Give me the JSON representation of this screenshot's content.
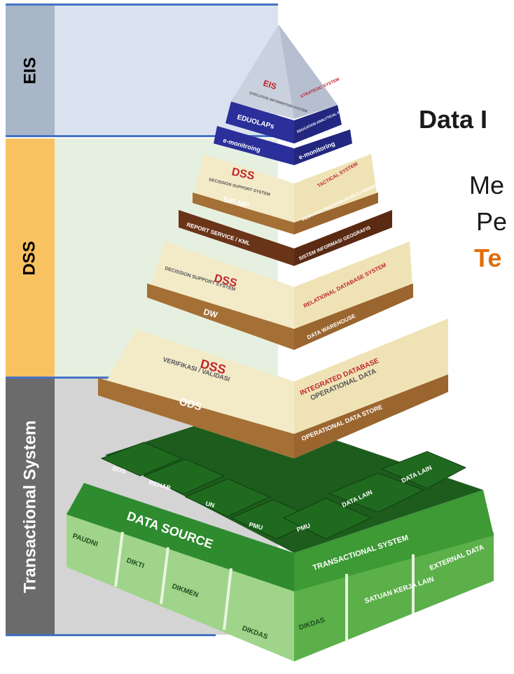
{
  "bands": {
    "eis": {
      "label": "EIS"
    },
    "dss": {
      "label": "DSS"
    },
    "ts": {
      "label": "Transactional System"
    }
  },
  "right": {
    "title": "Data I",
    "line1": "Me",
    "line2": "Pe",
    "line3": "Te"
  },
  "pyramid": {
    "top": {
      "eis": "EIS",
      "exec": "EXECUTIVE INFORMATION SYSTEM",
      "strategic": "STRATEGIC SYSTEM"
    },
    "eduolaps": {
      "left": "EDUOLAPs",
      "right": "EDUCATION ANALYTICAL PROCESSING"
    },
    "emon": {
      "left": "e-monitroing",
      "right": "e-monitoring"
    },
    "tier_sip": {
      "dss": "DSS",
      "sub": "DECISSION SUPPORT SYSTEM",
      "band": "SIP-MP",
      "right1": "TACTICAL SYSTEM",
      "right2": "INDIKATOR PENJAMINAN MUTU PENDIDIKAN"
    },
    "report": {
      "left": "REPORT SERVICE / KML",
      "right": "SISTEM INFORMASI GEOGRAFIS"
    },
    "tier_dw": {
      "dss": "DSS",
      "sub": "DECISSION SUPPORT SYSTEM",
      "band": "DW",
      "right1": "RELATIONAL DATABASE SYSTEM",
      "right2": "DATA WAREHOUSE"
    },
    "tier_ods": {
      "dss": "DSS",
      "sub": "VERIFIKASI / VALIDASI",
      "band": "ODS",
      "right1": "INTEGRATED DATABASE",
      "right1b": "OPERATIONAL DATA",
      "right2": "OPERATIONAL DATA STORE"
    },
    "blocks": [
      "BOS",
      "REHAB",
      "UN",
      "PMU",
      "PMU",
      "DATA LAIN",
      "DATA LAIN"
    ],
    "data_source": "DATA SOURCE",
    "transactional": "TRANSACTIONAL SYSTEM",
    "sources_left": [
      "PAUDNI",
      "DIKTI",
      "DIKMEN",
      "DIKDAS"
    ],
    "sources_right": [
      "DIKDAS",
      "SATUAN KERJA LAIN",
      "EXTERNAL DATA"
    ]
  }
}
